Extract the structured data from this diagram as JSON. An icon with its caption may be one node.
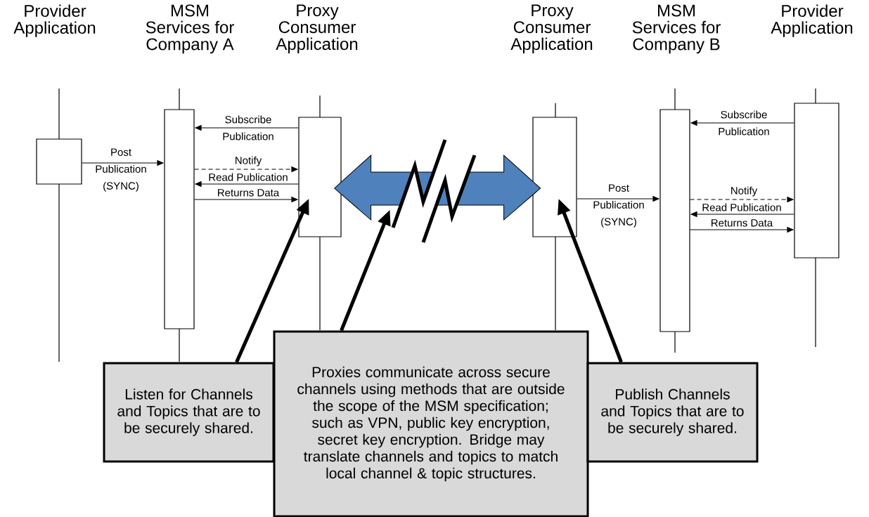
{
  "diagram": {
    "nodes": [
      {
        "text": [],
        "shape": "box"
      },
      {
        "text": [],
        "shape": "box"
      },
      {
        "text": [],
        "shape": "box"
      },
      {
        "text": [],
        "shape": "box"
      },
      {
        "text": [],
        "shape": "box"
      },
      {
        "text": [],
        "shape": "box"
      },
      {
        "text": [
          "Listen for Channels and Topics that are to be securely shared."
        ]
      },
      {
        "text": [
          "Proxies communicate across secure channels using methods that are outside the scope of the MSM specification; such as VPN, public key encryption, secret key encryption. Bridge may translate channels and topics to match local channel & topic structures."
        ]
      },
      {
        "text": [
          "Publish Channels and Topics that are to be securely shared."
        ]
      },
      {
        "text": [],
        "shape": "zigzag"
      }
    ],
    "edges": [
      {
        "from": 0,
        "to": 1,
        "arrow": "to",
        "label": "Post Publication (SYNC)"
      },
      {
        "from": 2,
        "to": 1,
        "arrow": "to",
        "label": "Subscribe Publication"
      },
      {
        "from": 1,
        "to": 2,
        "arrow": "to",
        "label": "Notify",
        "style": "dashed"
      },
      {
        "from": 2,
        "to": 1,
        "arrow": "to",
        "label": "Read Publication"
      },
      {
        "from": 1,
        "to": 2,
        "arrow": "to",
        "label": "Returns Data"
      },
      {
        "from": 2,
        "to": 3,
        "arrow": "both",
        "style": "thick",
        "color": "#4f81bd"
      },
      {
        "from": 3,
        "to": 4,
        "arrow": "to",
        "label": "Post Publication (SYNC)"
      },
      {
        "from": 5,
        "to": 4,
        "arrow": "to",
        "label": "Subscribe Publication"
      },
      {
        "from": 4,
        "to": 5,
        "arrow": "to",
        "label": "Notify",
        "style": "dashed"
      },
      {
        "from": 5,
        "to": 4,
        "arrow": "to",
        "label": "Read Publication"
      },
      {
        "from": 4,
        "to": 5,
        "arrow": "to",
        "label": "Returns Data"
      },
      {
        "from": 6,
        "to": 2,
        "arrow": "to",
        "style": "thick"
      },
      {
        "from": 7,
        "to": 9,
        "arrow": "to",
        "style": "thick"
      },
      {
        "from": 8,
        "to": 3,
        "arrow": "to",
        "style": "thick"
      }
    ],
    "labels": [
      "Provider Application",
      "MSM Services for Company A",
      "Proxy Consumer Application",
      "Proxy Consumer Application",
      "MSM Services for Company B",
      "Provider Application"
    ]
  }
}
